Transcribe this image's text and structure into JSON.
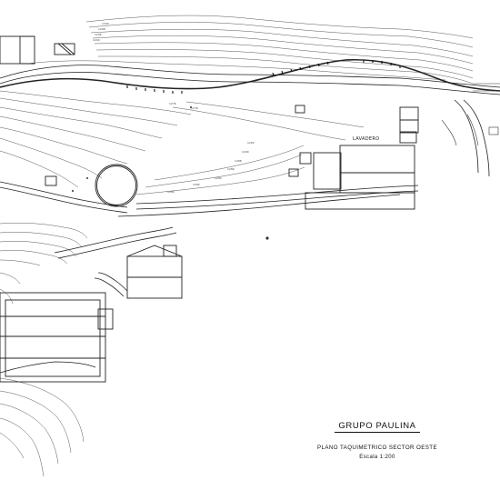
{
  "labels": {
    "lavadero": "LAVADERO"
  },
  "title_block": {
    "title": "GRUPO PAULINA",
    "subtitle": "PLANO TAQUIMETRICO SECTOR OESTE",
    "scale": "Escala 1:200"
  },
  "contour_elevations": [
    "1300",
    "1298",
    "1296",
    "1294",
    "1292",
    "1290",
    "1288",
    "1286",
    "1284",
    "1282",
    "1280",
    "1278",
    "1276"
  ],
  "colors": {
    "line": "#333333",
    "background": "#ffffff"
  }
}
